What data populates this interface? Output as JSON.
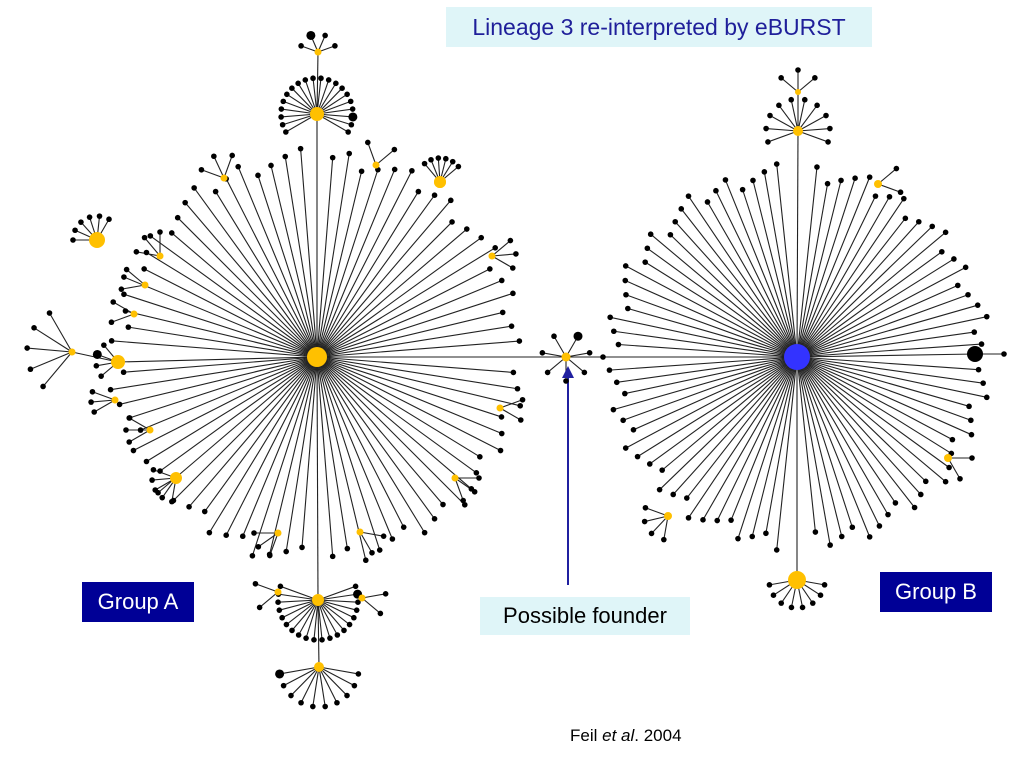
{
  "title": "Lineage 3 re-interpreted by eBURST",
  "group_a_label": "Group A",
  "group_b_label": "Group B",
  "founder_label": "Possible founder",
  "citation": {
    "author": "Feil ",
    "etal": "et al",
    "rest": ". 2004"
  },
  "colors": {
    "edge": "#222222",
    "node": "#000000",
    "subfounder": "#ffc000",
    "group_b_founder": "#3333ff",
    "arrow": "#2020a0",
    "label_box_bg": "#dff5f8",
    "group_box_bg": "#000096"
  }
}
